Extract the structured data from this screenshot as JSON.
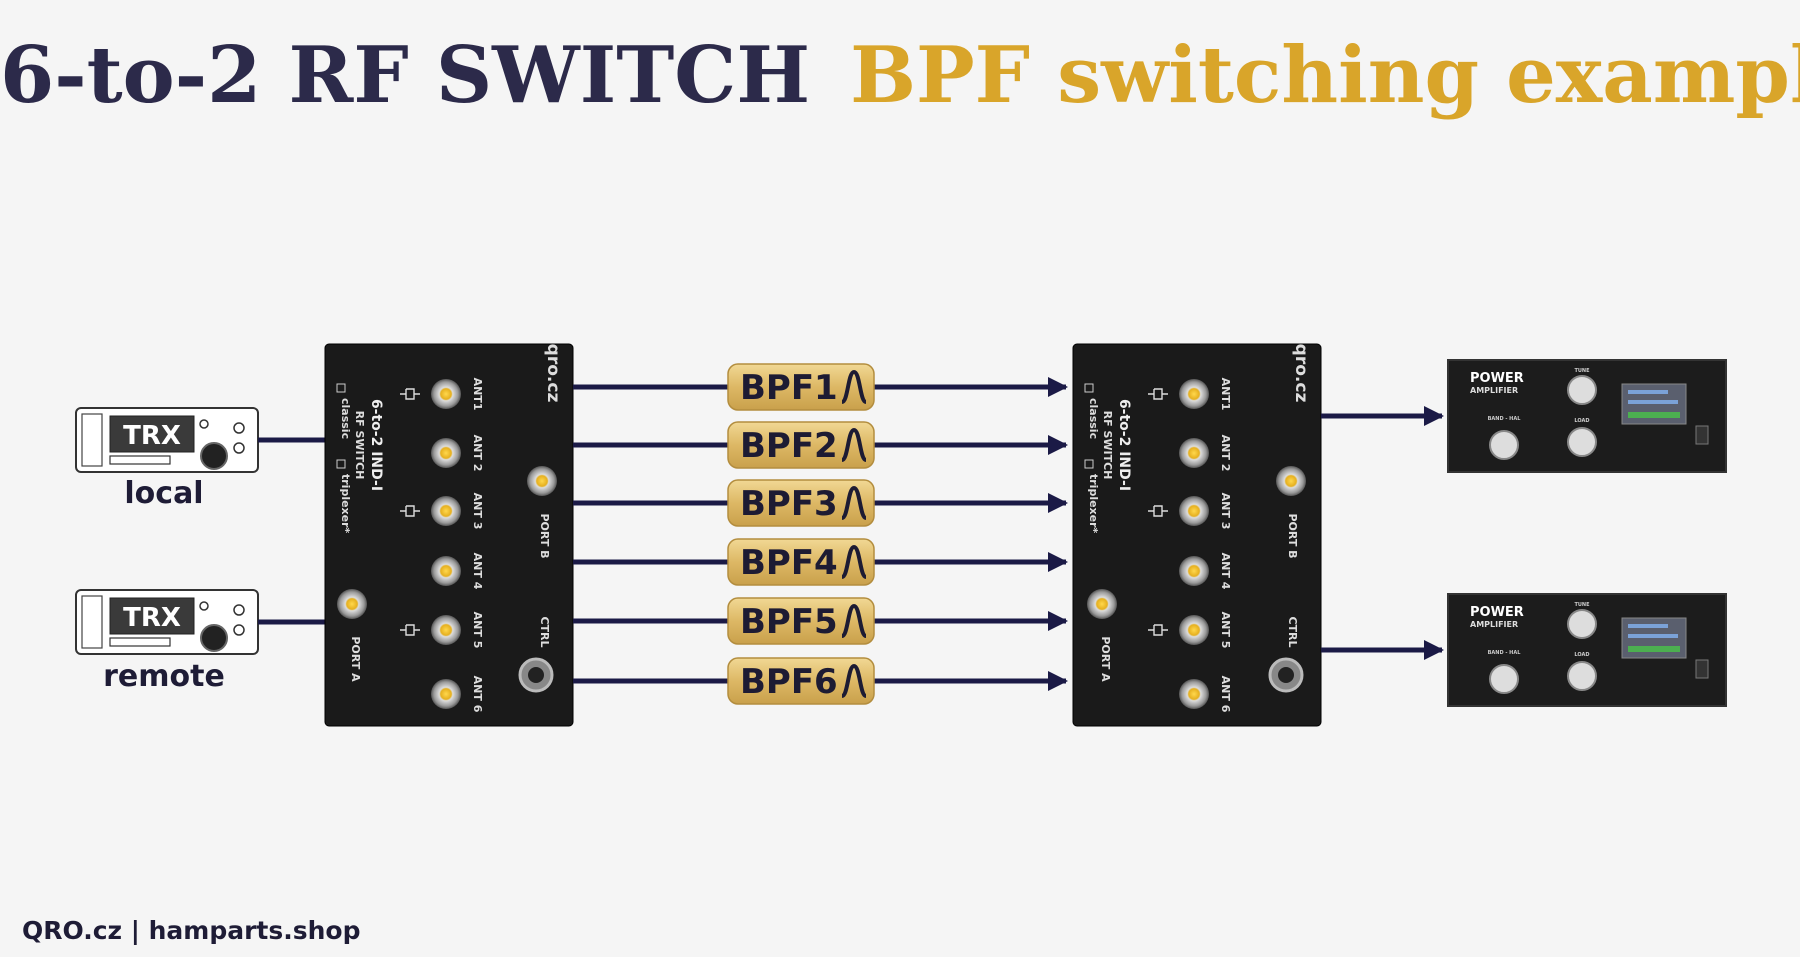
{
  "title": {
    "main": "6-to-2 RF SWITCH",
    "accent": "BPF switching example"
  },
  "footer": "QRO.cz | hamparts.shop",
  "transceivers": [
    {
      "badge": "TRX",
      "caption": "local"
    },
    {
      "badge": "TRX",
      "caption": "remote"
    }
  ],
  "switch_box": {
    "brand": "qro.cz",
    "model": "6-to-2 IND-I",
    "subtitle": "RF SWITCH",
    "option_classic": "classic",
    "option_triplexer": "triplexer*",
    "ports": [
      "ANT1",
      "ANT 2",
      "ANT 3",
      "ANT 4",
      "ANT 5",
      "ANT 6"
    ],
    "port_a": "PORT A",
    "port_b": "PORT B",
    "ctrl": "CTRL"
  },
  "filters": [
    "BPF1",
    "BPF2",
    "BPF3",
    "BPF4",
    "BPF5",
    "BPF6"
  ],
  "amplifier": {
    "title": "POWER",
    "subtitle": "AMPLIFIER",
    "knob_band": "BAND - HAL",
    "knob_tune": "TUNE",
    "knob_load": "LOAD"
  },
  "colors": {
    "navy": "#1b1a46",
    "gold": "#d9a52a",
    "box": "#1a1a1a"
  }
}
